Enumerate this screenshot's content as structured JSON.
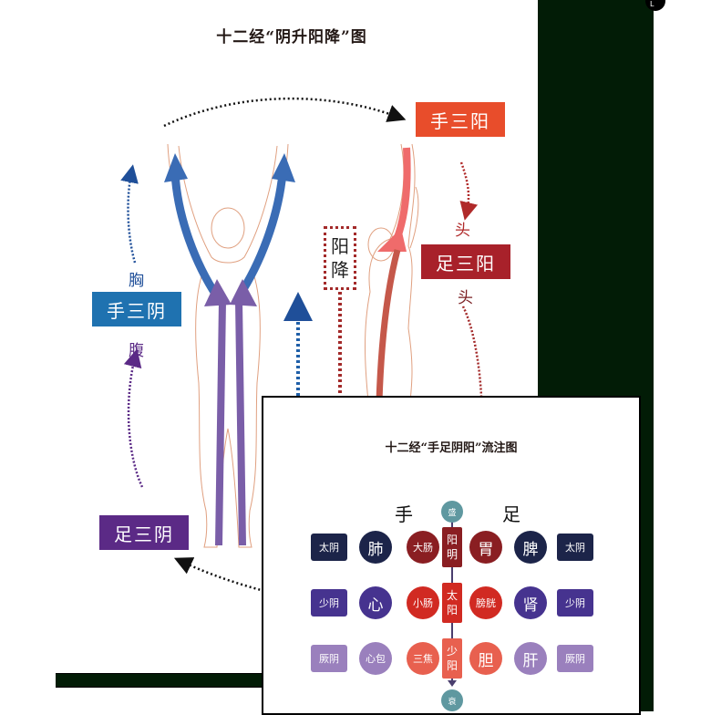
{
  "main_diagram": {
    "title": "十二经“阴升阳降”图",
    "labels": {
      "hand_three_yang": "手三阳",
      "foot_three_yang": "足三阳",
      "hand_three_yin": "手三阴",
      "foot_three_yin": "足三阴",
      "head_upper": "头",
      "head_lower": "头",
      "chest": "胸",
      "abdomen": "腹",
      "yang_descends_1": "阳",
      "yang_descends_2": "降"
    },
    "colors": {
      "hand_three_yang": "#e84d2b",
      "foot_three_yang": "#a8212a",
      "hand_three_yin": "#1f72b0",
      "foot_three_yin": "#5b2a86",
      "yin_arrow_blue": "#3a6cb5",
      "yin_arrow_purple": "#7a5ea8",
      "yang_arrow_light": "#ef6b6b",
      "yang_arrow_dark": "#c5584a",
      "body_outline": "#e0a080",
      "dotted_dark_red": "#a32a2a"
    }
  },
  "inset_diagram": {
    "title": "十二经“手足阴阳”流注图",
    "hand_label": "手",
    "foot_label": "足",
    "top_phase": "盛",
    "bottom_phase": "衰",
    "rows": [
      {
        "hand_yin_type": "太阴",
        "hand_yin_organ": "肺",
        "hand_yang_organ": "大肠",
        "yang_type_1": "阳",
        "yang_type_2": "明",
        "foot_yang_organ": "胃",
        "foot_yin_organ": "脾",
        "foot_yin_type": "太阴",
        "yin_color": "#1c2449",
        "yang_color": "#8a1e22"
      },
      {
        "hand_yin_type": "少阴",
        "hand_yin_organ": "心",
        "hand_yang_organ": "小肠",
        "yang_type_1": "太",
        "yang_type_2": "阳",
        "foot_yang_organ": "膀胱",
        "foot_yin_organ": "肾",
        "foot_yin_type": "少阴",
        "yin_color": "#46338f",
        "yang_color": "#d12a22"
      },
      {
        "hand_yin_type": "厥阴",
        "hand_yin_organ": "心包",
        "hand_yang_organ": "三焦",
        "yang_type_1": "少",
        "yang_type_2": "阳",
        "foot_yang_organ": "胆",
        "foot_yin_organ": "肝",
        "foot_yin_type": "厥阴",
        "yin_color": "#9a80bd",
        "yang_color": "#e8604f"
      }
    ]
  }
}
